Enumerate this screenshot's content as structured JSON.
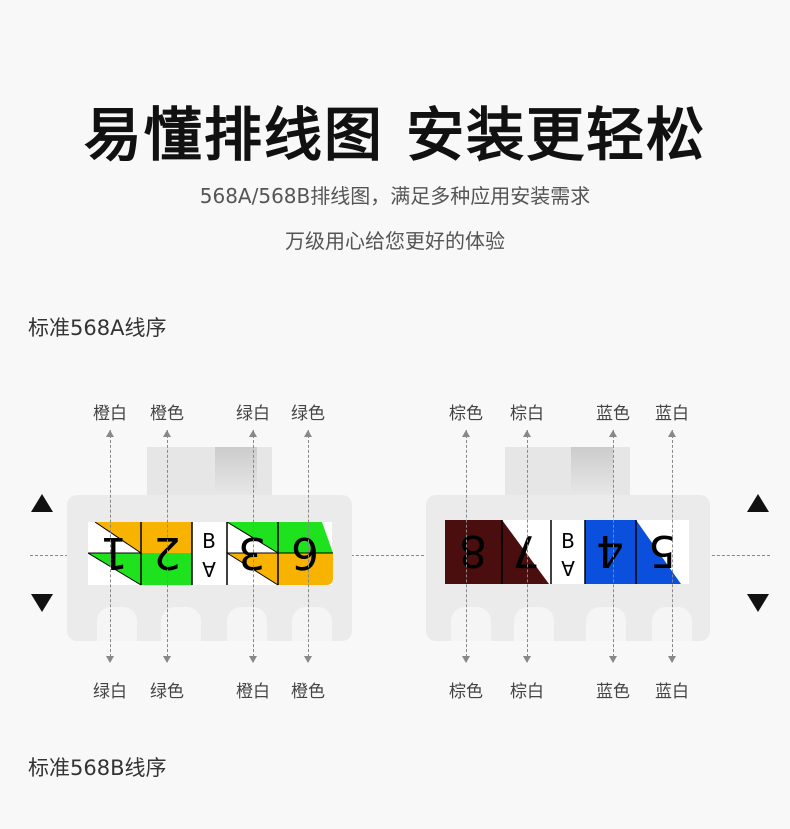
{
  "title": "易懂排线图 安装更轻松",
  "subtitle_1": "568A/568B排线图，满足多种应用安装需求",
  "subtitle_2": "万级用心给您更好的体验",
  "section_a": "标准568A线序",
  "section_b": "标准568B线序",
  "left_connector": {
    "top_labels": [
      "橙白",
      "橙色",
      "绿白",
      "绿色"
    ],
    "bottom_labels": [
      "绿白",
      "绿色",
      "橙白",
      "橙色"
    ],
    "pins": [
      "1",
      "2",
      "3",
      "6"
    ],
    "side_b": "B",
    "side_a": "A"
  },
  "right_connector": {
    "top_labels": [
      "棕色",
      "棕白",
      "蓝色",
      "蓝白"
    ],
    "bottom_labels": [
      "棕色",
      "棕白",
      "蓝色",
      "蓝白"
    ],
    "pins": [
      "8",
      "7",
      "4",
      "5"
    ],
    "side_b": "B",
    "side_a": "A"
  },
  "colors": {
    "orange": "#f7b300",
    "green": "#1de21d",
    "brown": "#4b0e0e",
    "blue": "#0a50dc"
  }
}
